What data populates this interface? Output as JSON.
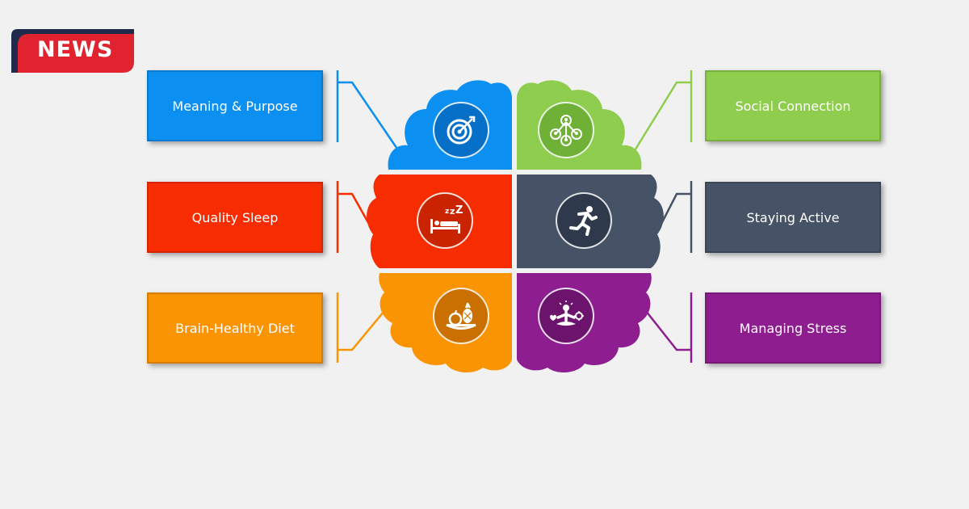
{
  "badge": {
    "text": "NEWS"
  },
  "colors": {
    "background": "#f1f1f1",
    "badge_red": "#e0232e",
    "badge_navy": "#1f2a4d",
    "blue": "#0b8ff0",
    "green": "#8fcd4f",
    "red": "#f72c00",
    "slate": "#465265",
    "orange": "#fb9403",
    "purple": "#8e1e8f"
  },
  "diagram": {
    "left_labels": [
      {
        "text": "Meaning & Purpose",
        "color": "#0b8ff0",
        "icon": "target-icon"
      },
      {
        "text": "Quality Sleep",
        "color": "#f72c00",
        "icon": "sleep-bed-icon"
      },
      {
        "text": "Brain-Healthy Diet",
        "color": "#fb9403",
        "icon": "fruit-plate-icon"
      }
    ],
    "right_labels": [
      {
        "text": "Social Connection",
        "color": "#8fcd4f",
        "icon": "social-network-icon"
      },
      {
        "text": "Staying Active",
        "color": "#465265",
        "icon": "running-person-icon"
      },
      {
        "text": "Managing Stress",
        "color": "#8e1e8f",
        "icon": "meditation-icon"
      }
    ]
  }
}
